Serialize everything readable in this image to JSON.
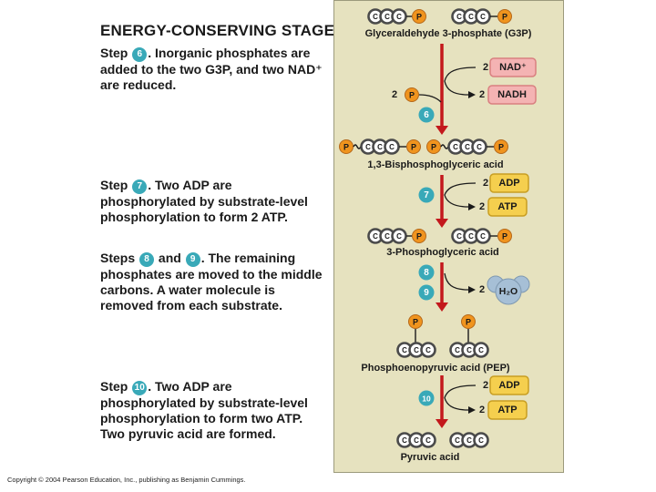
{
  "title": "ENERGY-CONSERVING STAGE",
  "steps": [
    {
      "id": "step6",
      "word": "Step",
      "badges": [
        "6"
      ],
      "joiner": "",
      "text": ". Inorganic phosphates are added to the two G3P, and two NAD⁺ are reduced."
    },
    {
      "id": "step7",
      "word": "Step",
      "badges": [
        "7"
      ],
      "joiner": "",
      "text": ". Two ADP are phosphorylated by substrate-level phosphorylation to form 2 ATP."
    },
    {
      "id": "steps89",
      "word": "Steps",
      "badges": [
        "8",
        "9"
      ],
      "joiner": "and",
      "text": ". The remaining phosphates are moved to the middle carbons. A water molecule is removed from each substrate."
    },
    {
      "id": "step10",
      "word": "Step",
      "badges": [
        "10"
      ],
      "joiner": "",
      "text": ". Two ADP are phosphorylated by substrate-level phosphorylation to form two ATP. Two pyruvic acid are formed."
    }
  ],
  "atom_labels": {
    "carbon": "C",
    "phosphate": "P"
  },
  "molecules": {
    "g3p": "Glyceraldehyde 3-phosphate (G3P)",
    "bpg": "1,3-Bisphosphoglyceric acid",
    "pga3": "3-Phosphoglyceric acid",
    "pep": "Phosphoenopyruvic acid (PEP)",
    "pyruvate": "Pyruvic acid"
  },
  "reactions": {
    "step6": {
      "badge": "6",
      "in_coef": "2",
      "in_label": "NAD⁺",
      "pi_coef": "2",
      "out_coef": "2",
      "out_label": "NADH"
    },
    "step7": {
      "badge": "7",
      "in_coef": "2",
      "in_label": "ADP",
      "out_coef": "2",
      "out_label": "ATP"
    },
    "steps89": {
      "badges": [
        "8",
        "9"
      ],
      "out_coef": "2",
      "out_label": "H₂O"
    },
    "step10": {
      "badge": "10",
      "in_coef": "2",
      "in_label": "ADP",
      "out_coef": "2",
      "out_label": "ATP"
    }
  },
  "colors": {
    "panel_bg": "#e6e2bf",
    "panel_border": "#9c9a7c",
    "arrow": "#c3181c",
    "badge": "#39a9b8",
    "phosphate": "#f0941e",
    "carbon_ring": "#4a4a4a",
    "nad_box": "#f4b3b3",
    "adp_box": "#f5cf4e",
    "water": "#a6bfd6"
  },
  "copyright": "Copyright © 2004 Pearson Education, Inc., publishing as Benjamin Cummings."
}
